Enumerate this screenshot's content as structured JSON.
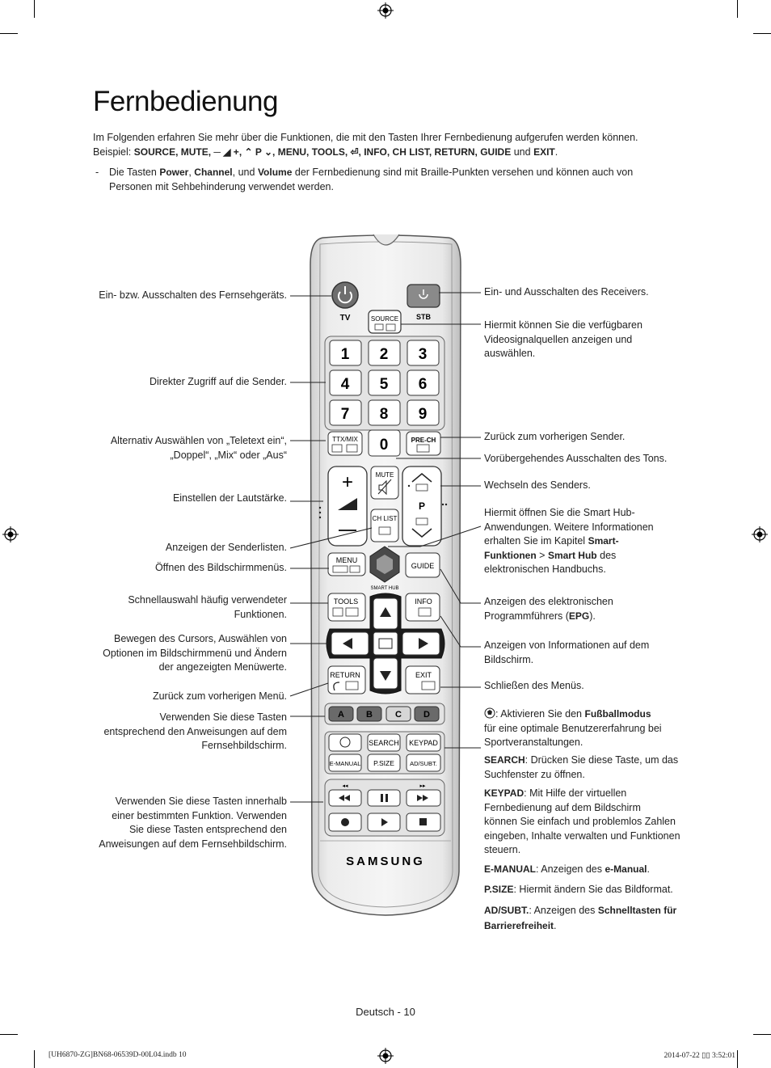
{
  "title": "Fernbedienung",
  "intro": {
    "line1": "Im Folgenden erfahren Sie mehr über die Funktionen, die mit den Tasten Ihrer Fernbedienung aufgerufen werden können.",
    "example_prefix": "Beispiel:",
    "example_keys": "SOURCE, MUTE, ─ ◢ +, ⌃ P ⌄, MENU, TOOLS, ⏎, INFO, CH LIST, RETURN, GUIDE",
    "example_und": "und",
    "example_last": "EXIT",
    "note_dash": "-",
    "note_pre": "Die Tasten",
    "note_k1": "Power",
    "note_k2": "Channel",
    "note_und": "und",
    "note_k3": "Volume",
    "note_rest": "der Fernbedienung sind mit Braille-Punkten versehen und können auch von",
    "note_line2": "Personen mit Sehbehinderung verwendet werden."
  },
  "left_labels": {
    "power": "Ein- bzw. Ausschalten des Fernsehgeräts.",
    "numbers": "Direkter Zugriff auf die Sender.",
    "ttx_1": "Alternativ Auswählen von „Teletext ein“,",
    "ttx_2": "„Doppel“, „Mix“ oder „Aus“",
    "volume": "Einstellen der Lautstärke.",
    "chlist": "Anzeigen der Senderlisten.",
    "menu": "Öffnen des Bildschirmmenüs.",
    "tools_1": "Schnellauswahl häufig verwendeter",
    "tools_2": "Funktionen.",
    "cursor_1": "Bewegen des Cursors, Auswählen von",
    "cursor_2": "Optionen im Bildschirmmenü und Ändern",
    "cursor_3": "der angezeigten Menüwerte.",
    "return": "Zurück zum vorherigen Menü.",
    "color_1": "Verwenden Sie diese Tasten",
    "color_2": "entsprechend den Anweisungen auf dem",
    "color_3": "Fernsehbildschirm.",
    "media_1": "Verwenden Sie diese Tasten innerhalb",
    "media_2": "einer bestimmten Funktion. Verwenden",
    "media_3": "Sie diese Tasten entsprechend den",
    "media_4": "Anweisungen auf dem Fernsehbildschirm."
  },
  "right_labels": {
    "stb": "Ein- und Ausschalten des Receivers.",
    "source_1": "Hiermit können Sie die verfügbaren",
    "source_2": "Videosignalquellen anzeigen und",
    "source_3": "auswählen.",
    "prech": "Zurück zum vorherigen Sender.",
    "mute": "Vorübergehendes Ausschalten des Tons.",
    "channel": "Wechseln des Senders.",
    "hub_1": "Hiermit öffnen Sie die Smart Hub-",
    "hub_2": "Anwendungen. Weitere Informationen",
    "hub_3a": "erhalten Sie im Kapitel",
    "hub_3b": "Smart-",
    "hub_4a": "Funktionen",
    "hub_4b": ">",
    "hub_4c": "Smart Hub",
    "hub_4d": "des",
    "hub_5": "elektronischen Handbuchs.",
    "guide_1": "Anzeigen des elektronischen",
    "guide_2a": "Programmführers (",
    "guide_2b": "EPG",
    "guide_2c": ").",
    "info_1": "Anzeigen von Informationen auf dem",
    "info_2": "Bildschirm.",
    "exit": "Schließen des Menüs.",
    "foot_1a": ": Aktivieren Sie den",
    "foot_1b": "Fußballmodus",
    "foot_2": "für eine optimale Benutzererfahrung bei",
    "foot_3": "Sportveranstaltungen.",
    "search_k": "SEARCH",
    "search_1": ": Drücken Sie diese Taste, um das",
    "search_2": "Suchfenster zu öffnen.",
    "keypad_k": "KEYPAD",
    "keypad_1": ": Mit Hilfe der virtuellen",
    "keypad_2": "Fernbedienung auf dem Bildschirm",
    "keypad_3": "können Sie einfach und problemlos Zahlen",
    "keypad_4": "eingeben, Inhalte verwalten und Funktionen",
    "keypad_5": "steuern.",
    "emanual_k": "E-MANUAL",
    "emanual_1": ": Anzeigen des",
    "emanual_2": "e-Manual",
    "emanual_3": ".",
    "psize_k": "P.SIZE",
    "psize_1": ": Hiermit ändern Sie das Bildformat.",
    "adsubt_k": "AD/SUBT.",
    "adsubt_1": ": Anzeigen des",
    "adsubt_2": "Schnelltasten für",
    "adsubt_3": "Barrierefreiheit",
    "adsubt_4": "."
  },
  "remote": {
    "tv": "TV",
    "stb": "STB",
    "source": "SOURCE",
    "digits": [
      "1",
      "2",
      "3",
      "4",
      "5",
      "6",
      "7",
      "8",
      "9"
    ],
    "zero": "0",
    "ttx": "TTX/MIX",
    "prech": "PRE-CH",
    "mute": "MUTE",
    "chlist": "CH LIST",
    "p": "P",
    "menu": "MENU",
    "smarthub": "SMART HUB",
    "guide": "GUIDE",
    "tools": "TOOLS",
    "info": "INFO",
    "return": "RETURN",
    "exit": "EXIT",
    "colors": [
      "A",
      "B",
      "C",
      "D"
    ],
    "search": "SEARCH",
    "keypad": "KEYPAD",
    "emanual": "E-MANUAL",
    "psize": "P.SIZE",
    "adsubt": "AD/SUBT.",
    "brand": "SAMSUNG"
  },
  "footer": {
    "page": "Deutsch - 10",
    "file": "[UH6870-ZG]BN68-06539D-00L04.indb   10",
    "date": "2014-07-22   ▯▯ 3:52:01"
  }
}
